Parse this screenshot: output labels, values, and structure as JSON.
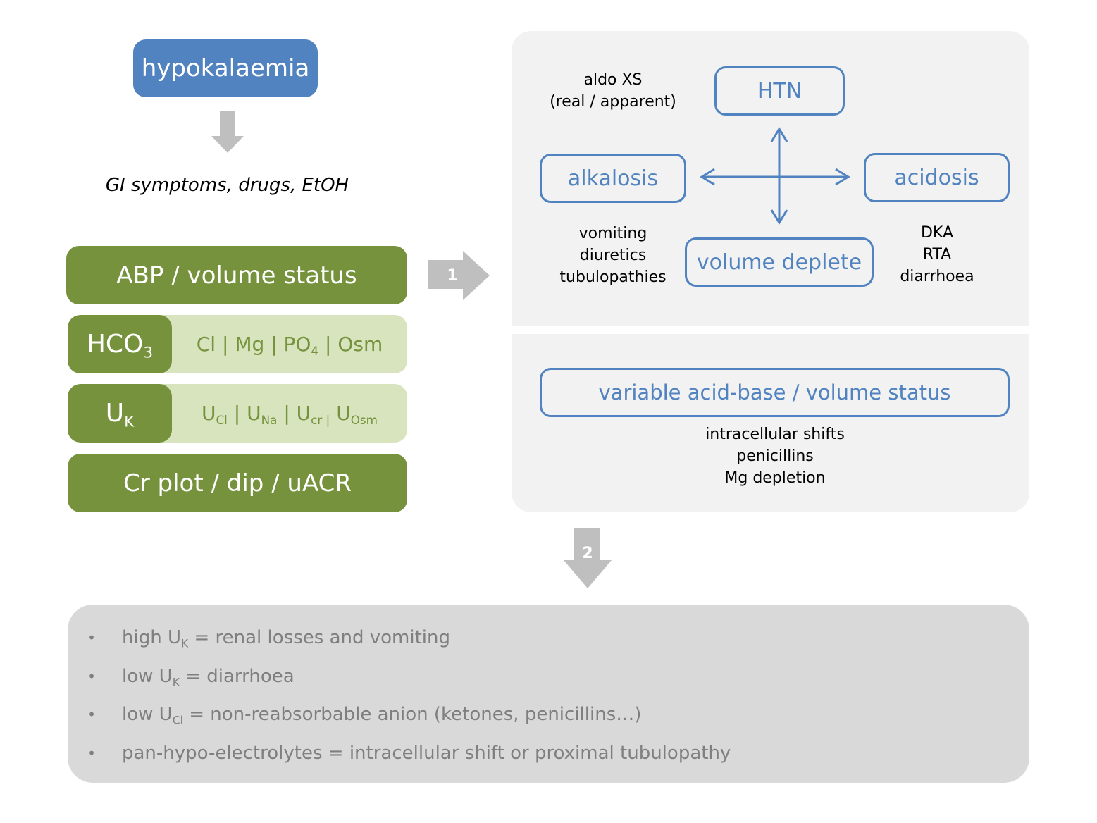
{
  "title": "hypokalaemia",
  "context": "GI symptoms, drugs, EtOH",
  "left_stack": {
    "abp": "ABP / volume status",
    "hco3_main": "HCO",
    "hco3_sub": "3",
    "hco3_row": {
      "cl_mg": "Cl | Mg | PO",
      "po4_sub": "4",
      "osm": " | Osm"
    },
    "uk_main": "U",
    "uk_sub": "K",
    "uk_row": {
      "u1": "U",
      "u1_sub": "Cl",
      "sep1": " | ",
      "u2": "U",
      "u2_sub": "Na",
      "sep2": " | ",
      "u3": "U",
      "u3_sub": "cr |",
      "sep3": " ",
      "u4": "U",
      "u4_sub": "Osm"
    },
    "cr": "Cr plot / dip / uACR"
  },
  "arrows": {
    "arrow1_label": "1",
    "arrow2_label": "2"
  },
  "panel": {
    "htn": "HTN",
    "aldo_line1": "aldo XS",
    "aldo_line2": "(real / apparent)",
    "alkalosis": "alkalosis",
    "acidosis": "acidosis",
    "volume_deplete": "volume deplete",
    "alk_causes": [
      "vomiting",
      "diuretics",
      "tubulopathies"
    ],
    "acid_causes": [
      "DKA",
      "RTA",
      "diarrhoea"
    ],
    "variable": "variable acid-base / volume status",
    "variable_causes": [
      "intracellular shifts",
      "penicillins",
      "Mg depletion"
    ]
  },
  "summary": {
    "bullet": "•",
    "b0_a": "high U",
    "b0_sub": "K",
    "b0_b": " = renal losses and vomiting",
    "b1_a": "low U",
    "b1_sub": "K",
    "b1_b": " = diarrhoea",
    "b2_a": "low U",
    "b2_sub": "Cl",
    "b2_b": " = non-reabsorbable anion (ketones, penicillins…)",
    "b3": "pan-hypo-electrolytes = intracellular shift or proximal tubulopathy"
  },
  "colors": {
    "title_blue": "#5183c0",
    "green_dark": "#76923c",
    "green_light": "#d7e4bd",
    "panel_grey": "#f2f2f2",
    "summary_grey": "#d9d9d9",
    "arrow_grey": "#bfbfbf"
  }
}
